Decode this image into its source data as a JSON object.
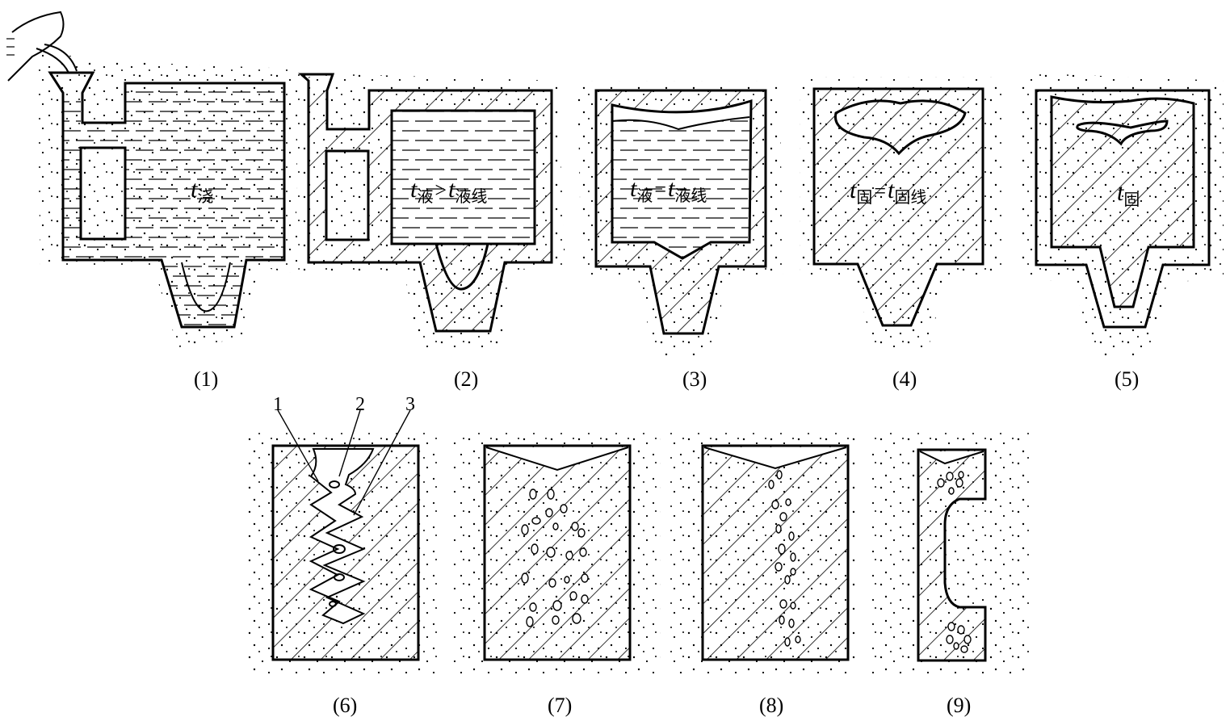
{
  "figure": {
    "captions": [
      "(1)",
      "(2)",
      "(3)",
      "(4)",
      "(5)",
      "(6)",
      "(7)",
      "(8)",
      "(9)"
    ],
    "labels": {
      "panel1": {
        "t": "t",
        "sub": "浇"
      },
      "panel2": {
        "t1": "t",
        "sub1": "液",
        "op": ">",
        "t2": "t",
        "sub2": "液线"
      },
      "panel3": {
        "t1": "t",
        "sub1": "液",
        "op": "=",
        "t2": "t",
        "sub2": "液线"
      },
      "panel4": {
        "t1": "t",
        "sub1": "固",
        "op": "=",
        "t2": "t",
        "sub2": "固线"
      },
      "panel5": {
        "t": "t",
        "sub": "固"
      }
    },
    "callouts": [
      "1",
      "2",
      "3"
    ]
  }
}
